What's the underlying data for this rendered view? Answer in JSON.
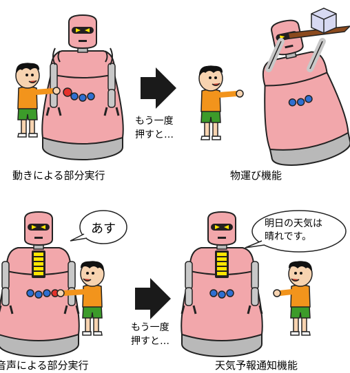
{
  "panels": {
    "motion": {
      "caption": "動きによる部分実行"
    },
    "carry": {
      "caption": "物運び機能"
    },
    "voice": {
      "caption": "音声による部分実行",
      "speech": "あす"
    },
    "weather": {
      "caption": "天気予報通知機能",
      "speech_lines": [
        "明日の天気は",
        "晴れです。"
      ]
    }
  },
  "arrows": [
    {
      "lines": [
        "もう一度",
        "押すと…"
      ]
    },
    {
      "lines": [
        "もう一度",
        "押すと…"
      ]
    }
  ],
  "colors": {
    "robot_pink": "#f2a7ab",
    "robot_dark": "#231f20",
    "robot_eye": "#ffe600",
    "button_blue": "#2f6fd1",
    "button_red": "#e4322b",
    "robot_base": "#b9b9b9",
    "boy_shirt": "#f2941c",
    "boy_shorts": "#3c9b2a",
    "boy_skin": "#f7d3b0",
    "box": "#d7d9f2",
    "tray": "#8b4a1e",
    "arrow": "#1a1a1a"
  }
}
